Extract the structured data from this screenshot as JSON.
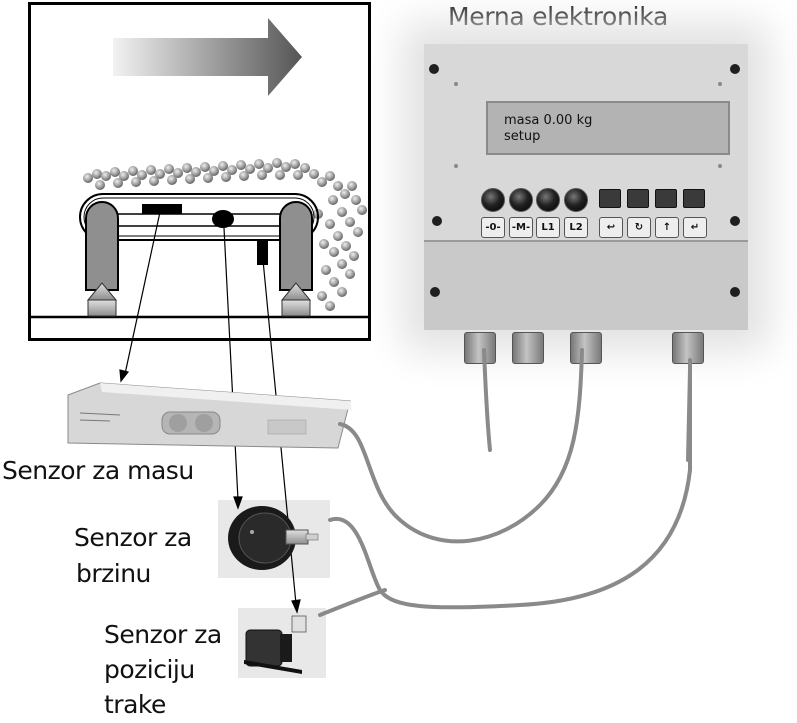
{
  "title": "Merna elektronika",
  "display": {
    "line1": "masa 0.00 kg",
    "line2": "setup"
  },
  "keys": [
    "-0-",
    "-M-",
    "L1",
    "L2",
    "↩",
    "↻",
    "↑",
    "↵"
  ],
  "labels": {
    "mass_sensor": "Senzor za masu",
    "speed_sensor_line1": "Senzor za",
    "speed_sensor_line2": "brzinu",
    "position_sensor_line1": "Senzor za",
    "position_sensor_line2": "poziciju",
    "position_sensor_line3": "trake"
  }
}
